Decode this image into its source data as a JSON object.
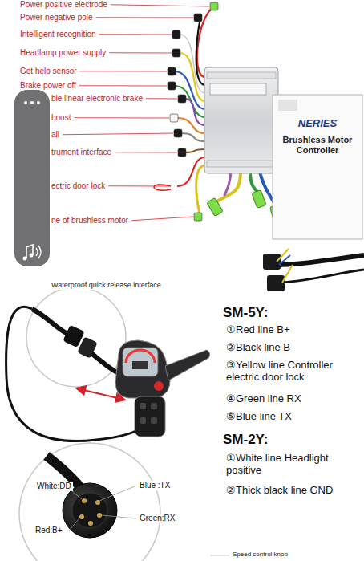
{
  "diagram": {
    "nodes": [
      {
        "text": [
          "NERIES",
          "Brushless Motor Controller"
        ]
      },
      {
        "text": [
          "Waterproof quick release interface"
        ]
      },
      {
        "text": [
          "White:DD",
          "Blue :TX",
          "Red:B+",
          "Green:RX"
        ]
      }
    ],
    "labels": [
      "Power positive electrode",
      "Power negative pole",
      "Intelligent recognition",
      "Headlamp power supply",
      "Get help sensor",
      "Brake power off",
      "ble linear electronic brake",
      "boost",
      "all",
      "trument interface",
      "ectric door lock",
      "ne of brushless motor",
      "SM-5Y:",
      "①Red line  B+",
      "②Black line  B-",
      "③Yellow line  Controller electric door lock",
      "④Green line  RX",
      "⑤Blue line  TX",
      "SM-2Y:",
      "①White line  Headlight positive",
      "②Thick black line  GND",
      "Speed control knob"
    ]
  }
}
